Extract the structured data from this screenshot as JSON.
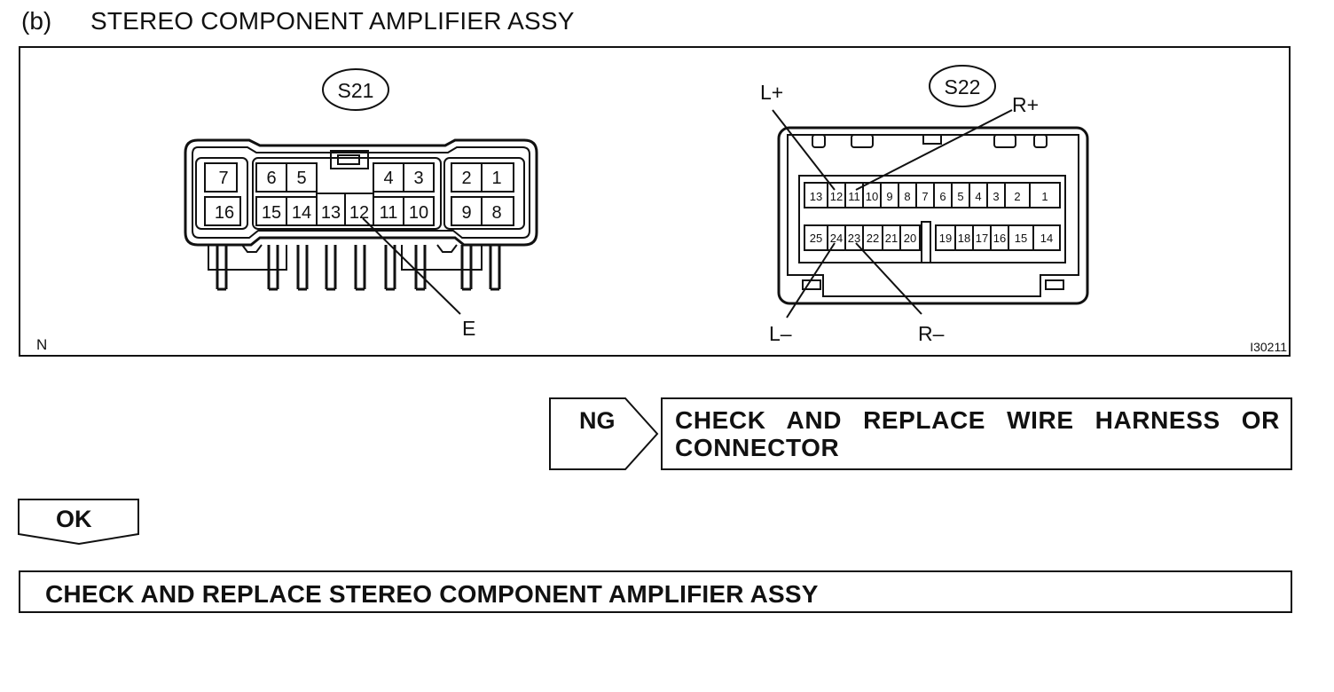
{
  "step": {
    "label": "(b)",
    "title": "STEREO COMPONENT AMPLIFIER ASSY"
  },
  "figure": {
    "corner_note": "N",
    "figure_id": "I30211",
    "connector_s21": {
      "name": "S21",
      "top_row": [
        "7",
        "6",
        "5",
        "4",
        "3",
        "2",
        "1"
      ],
      "bottom_row": [
        "16",
        "15",
        "14",
        "13",
        "12",
        "11",
        "10",
        "9",
        "8"
      ],
      "callout": "E"
    },
    "connector_s22": {
      "name": "S22",
      "top_row": [
        "13",
        "12",
        "11",
        "10",
        "9",
        "8",
        "7",
        "6",
        "5",
        "4",
        "3",
        "2",
        "1"
      ],
      "bottom_row": [
        "25",
        "24",
        "23",
        "22",
        "21",
        "20",
        "19",
        "18",
        "17",
        "16",
        "15",
        "14"
      ],
      "callouts": {
        "l_plus": "L+",
        "r_plus": "R+",
        "l_minus": "L–",
        "r_minus": "R–"
      }
    }
  },
  "result_ng": {
    "label": "NG",
    "action": "CHECK AND REPLACE WIRE HARNESS OR CONNECTOR"
  },
  "result_ok": {
    "label": "OK",
    "action": "CHECK AND REPLACE STEREO COMPONENT AMPLIFIER ASSY"
  }
}
